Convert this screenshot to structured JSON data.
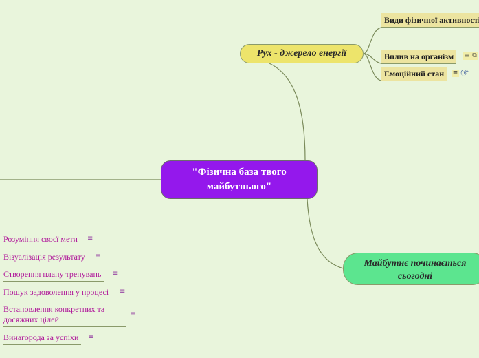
{
  "central": {
    "line1": "\"Фізична база твого",
    "line2": "майбутнього\""
  },
  "topics": {
    "energy": {
      "label": "Рух - джерело енергії",
      "children": {
        "types": "Види фізичної активності",
        "impact": "Вплив на організм",
        "emotion": "Емоційний стан"
      }
    },
    "future": {
      "line1": "Майбутнє починається",
      "line2": "сьогодні"
    }
  },
  "left_items": [
    "Розуміння своєї мети",
    "Візуалізація результату",
    "Створення плану тренувань",
    "Пошук задоволення у процесі",
    "Встановлення конкретних та",
    "досяжних цілей",
    "Винагорода за успіхи"
  ],
  "icons": {
    "note": "notes-icon",
    "link": "link-icon",
    "attachment": "attachment-icon"
  },
  "colors": {
    "background": "#e9f5dc",
    "central": "#9418ec",
    "energy_topic": "#ede46b",
    "future_topic": "#5ce58f",
    "subtopic": "#ece4a0",
    "left_text": "#b0179a",
    "connector": "#7a8a5a"
  }
}
